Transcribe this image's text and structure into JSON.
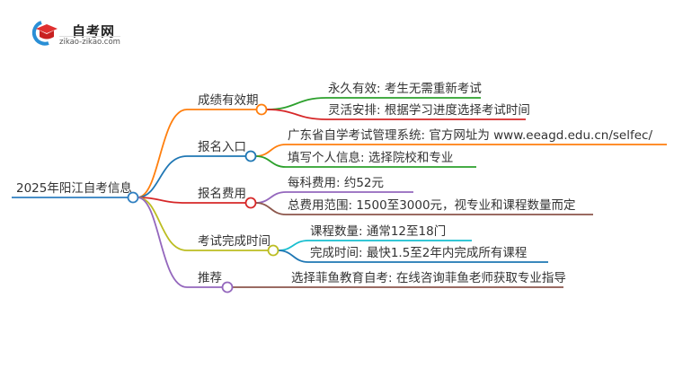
{
  "logo": {
    "title": "自考网",
    "url": "zikao-zikao.com"
  },
  "root": {
    "label": "2025年阳江自考信息",
    "color": "#2f7fc1"
  },
  "branches": [
    {
      "label": "成绩有效期",
      "color": "#ff7f0e",
      "children": [
        {
          "label": "永久有效: 考生无需重新考试",
          "color": "#2ca02c"
        },
        {
          "label": "灵活安排: 根据学习进度选择考试时间",
          "color": "#d62728"
        }
      ]
    },
    {
      "label": "报名入口",
      "color": "#1f77b4",
      "children": [
        {
          "label": "广东省自学考试管理系统: 官方网址为 www.eeagd.edu.cn/selfec/",
          "color": "#ff7f0e"
        },
        {
          "label": "填写个人信息: 选择院校和专业",
          "color": "#2ca02c"
        }
      ]
    },
    {
      "label": "报名费用",
      "color": "#d62728",
      "children": [
        {
          "label": "每科费用: 约52元",
          "color": "#9467bd"
        },
        {
          "label": "总费用范围: 1500至3000元，视专业和课程数量而定",
          "color": "#8c564b"
        }
      ]
    },
    {
      "label": "考试完成时间",
      "color": "#bcbd22",
      "children": [
        {
          "label": "课程数量: 通常12至18门",
          "color": "#17becf"
        },
        {
          "label": "完成时间: 最快1.5至2年内完成所有课程",
          "color": "#1f77b4"
        }
      ]
    },
    {
      "label": "推荐",
      "color": "#9467bd",
      "children": [
        {
          "label": "选择菲鱼教育自考: 在线咨询菲鱼老师获取专业指导",
          "color": "#8c564b"
        }
      ]
    }
  ]
}
